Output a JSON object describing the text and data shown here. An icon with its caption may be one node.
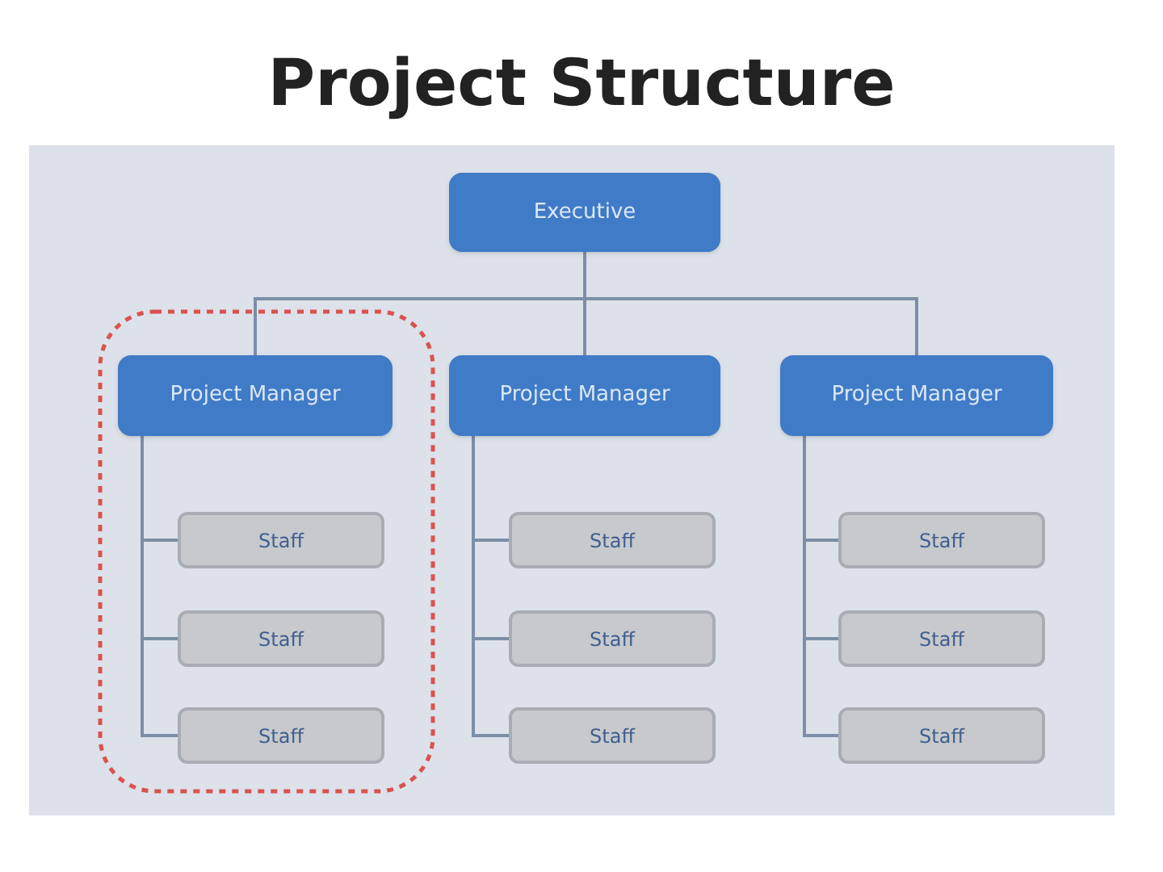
{
  "diagram": {
    "title": "Project Structure",
    "nodes": [
      {
        "text": [
          "Executive"
        ]
      },
      {
        "text": [
          "Project Manager"
        ]
      },
      {
        "text": [
          "Project Manager"
        ]
      },
      {
        "text": [
          "Project Manager"
        ]
      },
      {
        "text": [
          "Staff"
        ]
      },
      {
        "text": [
          "Staff"
        ]
      },
      {
        "text": [
          "Staff"
        ]
      },
      {
        "text": [
          "Staff"
        ]
      },
      {
        "text": [
          "Staff"
        ]
      },
      {
        "text": [
          "Staff"
        ]
      },
      {
        "text": [
          "Staff"
        ]
      },
      {
        "text": [
          "Staff"
        ]
      },
      {
        "text": [
          "Staff"
        ]
      }
    ],
    "edges": [
      {
        "from": 0,
        "to": 1,
        "arrow": "none"
      },
      {
        "from": 0,
        "to": 2,
        "arrow": "none"
      },
      {
        "from": 0,
        "to": 3,
        "arrow": "none"
      },
      {
        "from": 1,
        "to": 4,
        "arrow": "none"
      },
      {
        "from": 1,
        "to": 5,
        "arrow": "none"
      },
      {
        "from": 1,
        "to": 6,
        "arrow": "none"
      },
      {
        "from": 2,
        "to": 7,
        "arrow": "none"
      },
      {
        "from": 2,
        "to": 8,
        "arrow": "none"
      },
      {
        "from": 2,
        "to": 9,
        "arrow": "none"
      },
      {
        "from": 3,
        "to": 10,
        "arrow": "none"
      },
      {
        "from": 3,
        "to": 11,
        "arrow": "none"
      },
      {
        "from": 3,
        "to": 12,
        "arrow": "none"
      }
    ]
  }
}
